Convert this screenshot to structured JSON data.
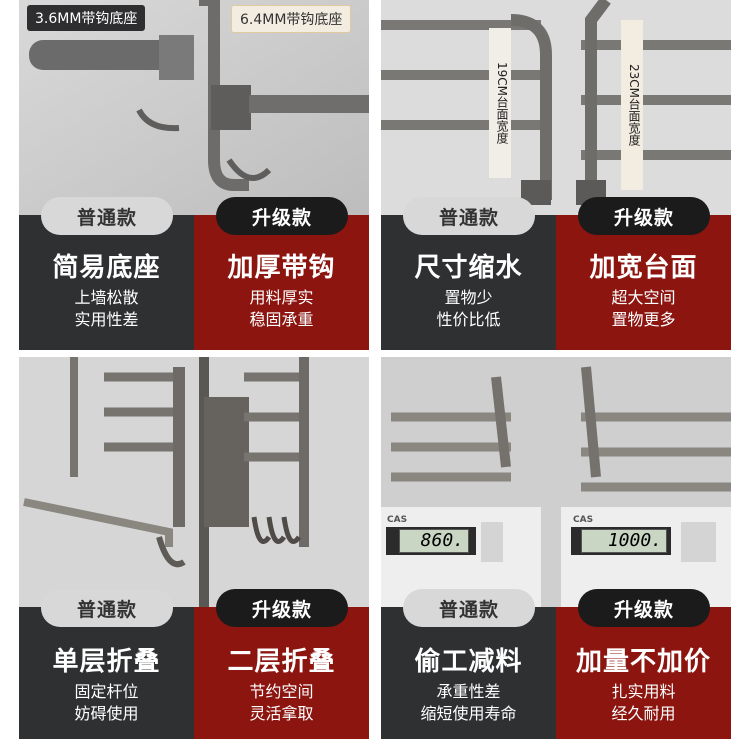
{
  "colors": {
    "dark_panel": "#2f3032",
    "red_panel": "#8c1510",
    "badge_normal": "#d8d8d8",
    "badge_upgrade": "#1b1b1b"
  },
  "panels": [
    {
      "callout_left": "3.6MM带钩底座",
      "callout_right": "6.4MM带钩底座",
      "badge_normal": "普通款",
      "badge_upgrade": "升级款",
      "left": {
        "title": "简易底座",
        "line1": "上墙松散",
        "line2": "实用性差"
      },
      "right": {
        "title": "加厚带钩",
        "line1": "用料厚实",
        "line2": "稳固承重"
      }
    },
    {
      "dim_left": "19CM台面宽度",
      "dim_right": "23CM台面宽度",
      "badge_normal": "普通款",
      "badge_upgrade": "升级款",
      "left": {
        "title": "尺寸缩水",
        "line1": "置物少",
        "line2": "性价比低"
      },
      "right": {
        "title": "加宽台面",
        "line1": "超大空间",
        "line2": "置物更多"
      }
    },
    {
      "badge_normal": "普通款",
      "badge_upgrade": "升级款",
      "left": {
        "title": "单层折叠",
        "line1": "固定杆位",
        "line2": "妨碍使用"
      },
      "right": {
        "title": "二层折叠",
        "line1": "节约空间",
        "line2": "灵活拿取"
      }
    },
    {
      "scale_brand": "CAS",
      "scale_left_value": "860.",
      "scale_right_value": "1000.",
      "badge_normal": "普通款",
      "badge_upgrade": "升级款",
      "left": {
        "title": "偷工减料",
        "line1": "承重性差",
        "line2": "缩短使用寿命"
      },
      "right": {
        "title": "加量不加价",
        "line1": "扎实用料",
        "line2": "经久耐用"
      }
    }
  ]
}
